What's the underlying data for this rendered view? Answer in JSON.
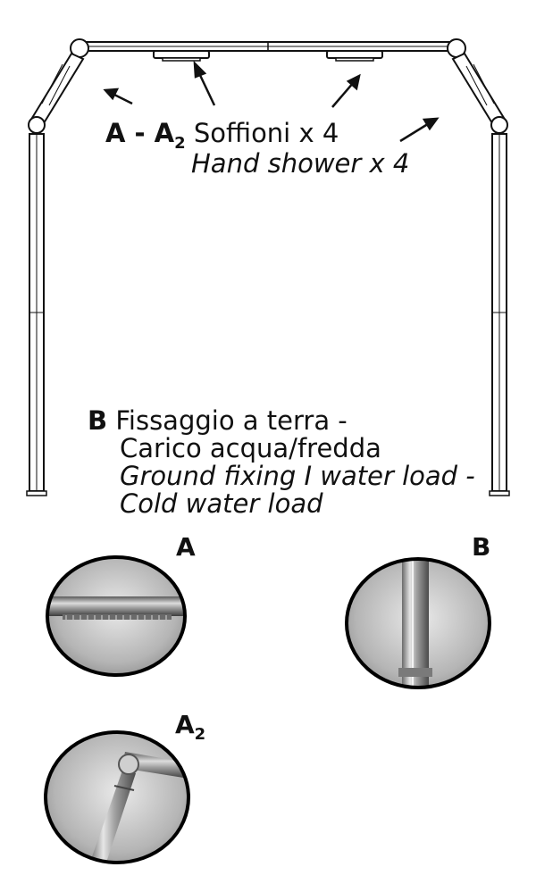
{
  "callout_a": {
    "code_main": "A - A",
    "code_sub": "2",
    "label_it": "Soffioni x 4",
    "label_en": "Hand shower x 4"
  },
  "callout_b": {
    "code": "B",
    "line1_it": "Fissaggio a terra -",
    "line2_it": "Carico acqua/fredda",
    "line1_en": "Ground fixing I water load -",
    "line2_en": "Cold water load"
  },
  "details": {
    "a_label": "A",
    "b_label": "B",
    "a2_main": "A",
    "a2_sub": "2"
  }
}
